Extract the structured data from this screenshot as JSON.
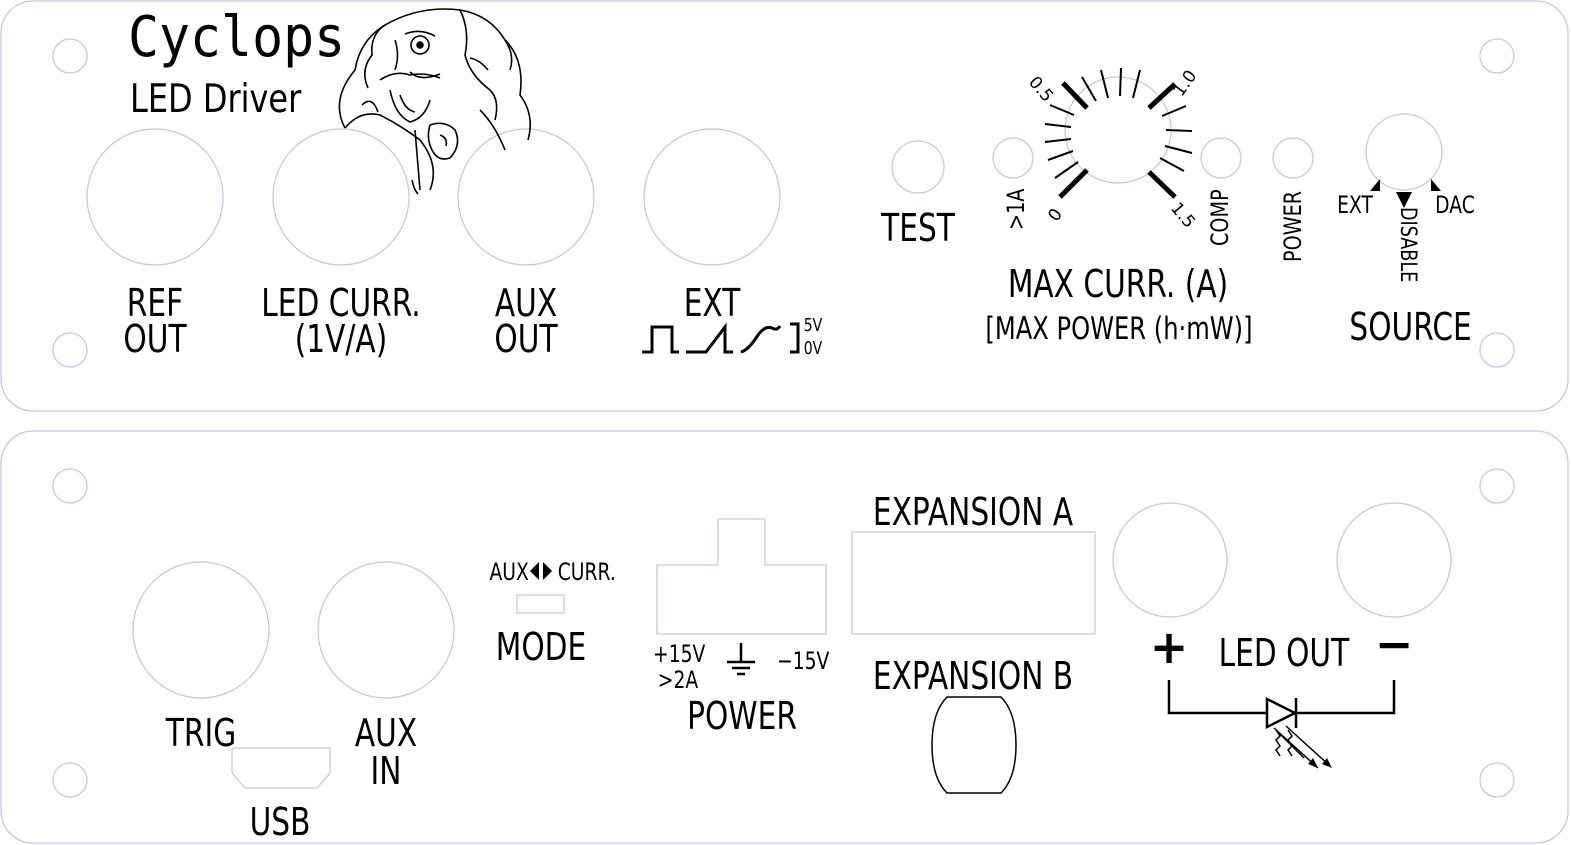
{
  "brand": {
    "title": "Cyclops",
    "subtitle": "LED Driver"
  },
  "front_panel": {
    "ref_out": [
      "REF",
      "OUT"
    ],
    "led_curr": [
      "LED CURR.",
      "(1V/A)"
    ],
    "aux_out": [
      "AUX",
      "OUT"
    ],
    "ext": "EXT",
    "ext_levels": [
      "5V",
      "0V"
    ],
    "test": "TEST",
    "over_1a": ">1A",
    "comp": "COMP",
    "power": "POWER",
    "knob_ticks": [
      "0",
      "0.5",
      "1.0",
      "1.5"
    ],
    "max_curr": "MAX CURR. (A)",
    "max_power": "[MAX POWER (h·mW)]",
    "source_ext": "EXT",
    "source_dac": "DAC",
    "source_disable": "DISABLE",
    "source": "SOURCE"
  },
  "back_panel": {
    "trig": "TRIG",
    "aux_in": [
      "AUX",
      "IN"
    ],
    "usb": "USB",
    "mode_aux": "AUX",
    "mode_curr": "CURR.",
    "mode": "MODE",
    "power_plus": "+15V",
    "power_current": ">2A",
    "power_minus": "−15V",
    "power": "POWER",
    "expansion_a": "EXPANSION A",
    "expansion_b": "EXPANSION B",
    "led_plus": "+",
    "led_out": "LED OUT",
    "led_minus": "−"
  },
  "colors": {
    "outline": "#c8c8e0",
    "ink": "#000000",
    "background": "#ffffff"
  }
}
